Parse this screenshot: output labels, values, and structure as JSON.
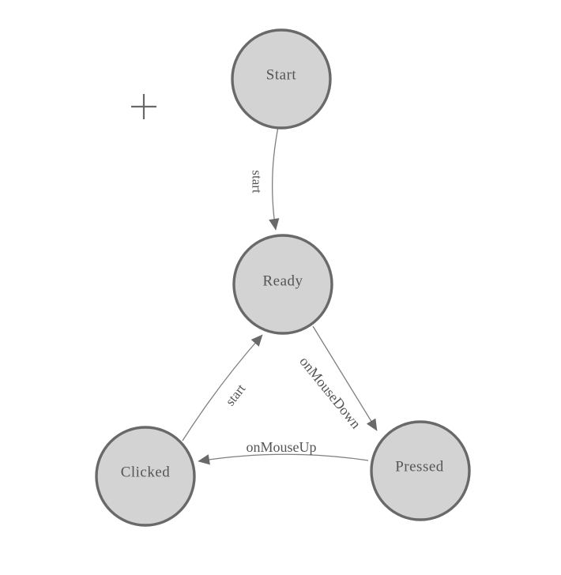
{
  "diagram": {
    "type": "state-machine",
    "colors": {
      "background": "#ffffff",
      "node_fill": "#d3d3d3",
      "node_border": "#696969",
      "edge_line": "#7f7f7f",
      "arrowhead": "#696969",
      "text": "#555555",
      "cursor": "#696969"
    },
    "nodes": [
      {
        "id": "start",
        "label": "Start"
      },
      {
        "id": "ready",
        "label": "Ready"
      },
      {
        "id": "clicked",
        "label": "Clicked"
      },
      {
        "id": "pressed",
        "label": "Pressed"
      }
    ],
    "edges": [
      {
        "from": "Start",
        "to": "Ready",
        "label": "start"
      },
      {
        "from": "Clicked",
        "to": "Ready",
        "label": "start"
      },
      {
        "from": "Ready",
        "to": "Pressed",
        "label": "onMouseDown"
      },
      {
        "from": "Pressed",
        "to": "Clicked",
        "label": "onMouseUp"
      }
    ],
    "cursor": {
      "shape": "plus-crosshair"
    }
  }
}
